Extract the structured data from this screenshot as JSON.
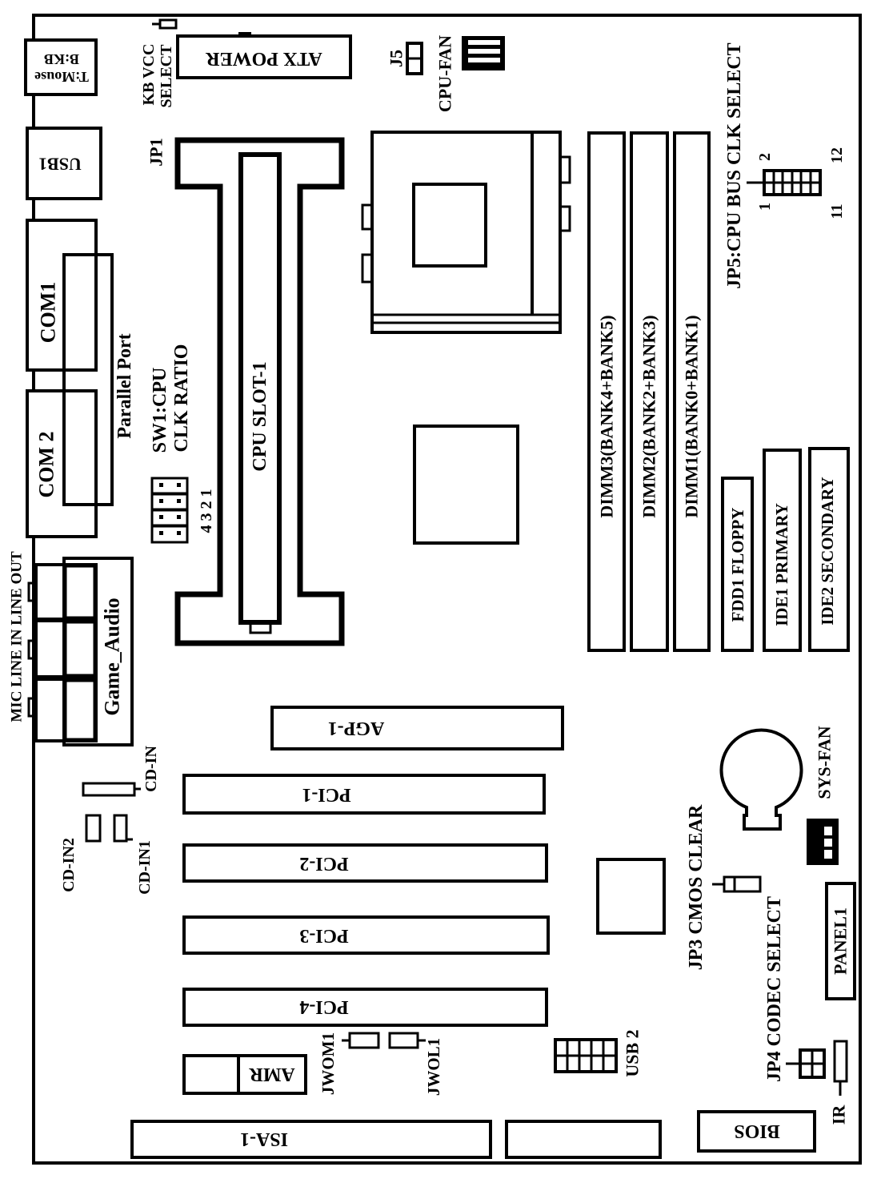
{
  "board": {
    "io": {
      "mouse_kb_line1": "T:Mouse",
      "mouse_kb_line2": "B:KB",
      "usb1": "USB1",
      "com1": "COM1",
      "com2": "COM 2",
      "parallel": "Parallel  Port",
      "audio_jacks": "MIC LINE IN  LINE OUT",
      "game_audio": "Game_Audio"
    },
    "jumpers": {
      "kb_vcc_line1": "KB VCC",
      "kb_vcc_line2": "SELECT",
      "jp1": "JP1",
      "j5": "J5",
      "cpu_fan": "CPU-FAN",
      "sw1_line1": "SW1:CPU",
      "sw1_line2": "CLK RATIO",
      "sw1_pins": "4 3 2 1",
      "jp5": "JP5:CPU BUS CLK SELECT",
      "jp5_pin1": "1",
      "jp5_pin2": "2",
      "jp5_pin11": "11",
      "jp5_pin12": "12",
      "jp3": "JP3 CMOS CLEAR",
      "jp4": "JP4 CODEC SELECT",
      "jwom1": "JWOM1",
      "jwol1": "JWOL1",
      "sys_fan": "SYS-FAN",
      "ir": "IR",
      "usb2": "USB 2",
      "cd_in": "CD-IN",
      "cd_in1": "CD-IN1",
      "cd_in2": "CD-IN2"
    },
    "connectors": {
      "atx_power": "ATX POWER",
      "cpu_slot": "CPU SLOT-1",
      "dimm3": "DIMM3(BANK4+BANK5)",
      "dimm2": "DIMM2(BANK2+BANK3)",
      "dimm1": "DIMM1(BANK0+BANK1)",
      "fdd1": "FDD1 FLOPPY",
      "ide1": "IDE1 PRIMARY",
      "ide2": "IDE2 SECONDARY",
      "agp": "AGP-1",
      "pci1": "PCI-1",
      "pci2": "PCI-2",
      "pci3": "PCI-3",
      "pci4": "PCI-4",
      "amr": "AMR",
      "isa1": "ISA-1",
      "bios": "BIOS",
      "panel1": "PANEL1"
    }
  }
}
